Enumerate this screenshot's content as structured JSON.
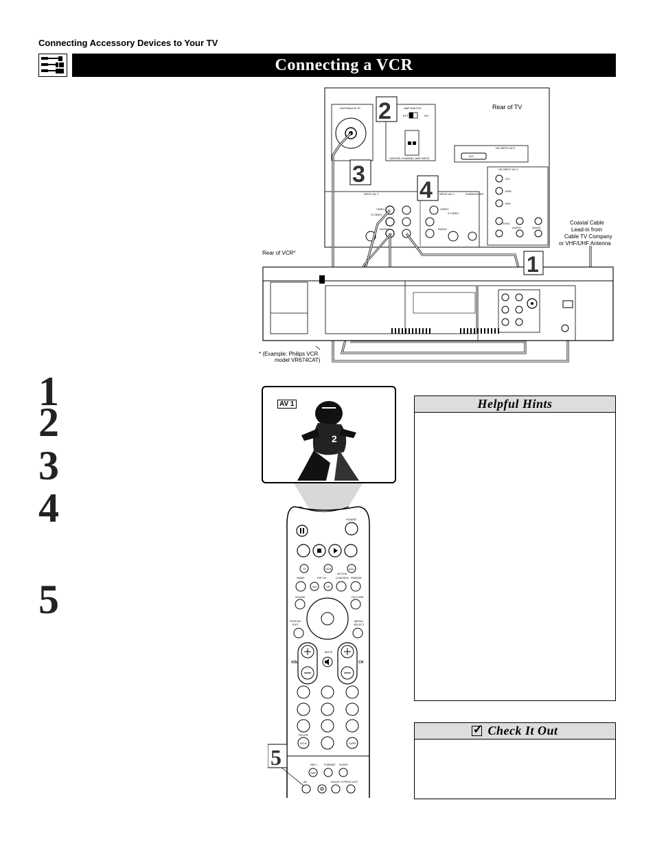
{
  "header": {
    "section": "Connecting Accessory Devices to Your TV",
    "title": "Connecting a VCR"
  },
  "diagram": {
    "labels": {
      "rear_tv": "Rear of TV",
      "rear_vcr": "Rear of VCR*",
      "coax_line1": "Coaxial Cable",
      "coax_line2": "Lead-in from",
      "coax_line3": "Cable TV Company",
      "coax_line4": "or VHF/UHF Antenna",
      "example_line1": "* (Example: Philips VCR",
      "example_line2": "model VR674CAT)"
    },
    "panel_labels": {
      "antenna": "ANTENNA IN 75",
      "amp_switch": "AMP SWITCH",
      "ext": "EXT",
      "int": "INT",
      "center_amp": "CENTER CHANNEL AMP INPUT",
      "hd_av5": "HD INPUT-AV 5",
      "dvi": "DVI",
      "hd_av4": "HD INPUT-AV 4",
      "input_av1": "INPUT-AV 1",
      "input_av2": "INPUT-AV 2",
      "subwoofer": "SUBWOOFER",
      "video": "VIDEO",
      "svideo": "S-VIDEO",
      "audio": "AUDIO",
      "gy": "G/Y",
      "bpb": "B/Pb",
      "rpr": "R/Pr",
      "sync": "SYNC"
    },
    "callouts": [
      "1",
      "2",
      "3",
      "4",
      "5"
    ]
  },
  "steps": [
    "1",
    "2",
    "3",
    "4",
    "5"
  ],
  "tv_screen": {
    "badge": "AV 1"
  },
  "remote": {
    "power": "POWER",
    "tv": "TV",
    "vcr": "VCR",
    "acc": "ACC",
    "swap": "SWAP",
    "pip_ch": "PIP CH",
    "dn": "DN",
    "up": "UP",
    "active_control_1": "ACTIVE",
    "active_control_2": "CONTROL",
    "freeze": "FREEZE",
    "sound": "SOUND",
    "picture": "PICTURE",
    "status_1": "STATUS/",
    "status_2": "EXIT",
    "menu_1": "MENU/",
    "menu_2": "SELECT",
    "mute": "MUTE",
    "vol": "VOL",
    "ch": "CH",
    "tvvcr_1": "TV/VCR",
    "tvvcr_2": "A/CH",
    "surf": "SURF",
    "rec": "REC •",
    "format": "FORMAT",
    "sleep": "SLEEP",
    "sap": "SAP",
    "av": "AV",
    "dolby": "DOLBY V",
    "prog_list": "PROG.LIST"
  },
  "hints": {
    "title": "Helpful Hints"
  },
  "check": {
    "title": "Check It Out"
  }
}
